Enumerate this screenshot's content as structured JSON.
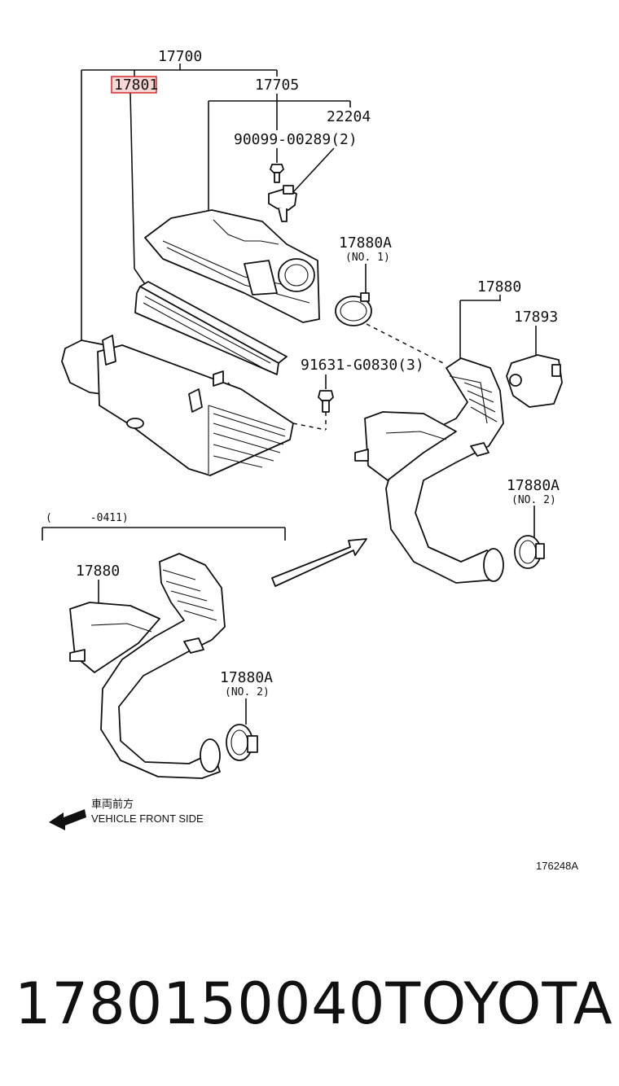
{
  "callouts": {
    "p17700": "17700",
    "p17801": "17801",
    "p17705": "17705",
    "p22204": "22204",
    "p90099": "90099-00289(2)",
    "p17880A_top": "17880A",
    "p17880A_top_note": "(NO. 1)",
    "p17880_right": "17880",
    "p17893": "17893",
    "p91631": "91631-G0830(3)",
    "p17880A_right": "17880A",
    "p17880A_right_note": "(NO. 2)",
    "date_range": "(      -0411)",
    "p17880_left": "17880",
    "p17880A_bottom": "17880A",
    "p17880A_bottom_note": "(NO. 2)"
  },
  "direction": {
    "japanese": "車両前方",
    "english": "VEHICLE FRONT SIDE"
  },
  "figure_code": "176248A",
  "footer": {
    "part_number": "1780150040",
    "brand": "TOYOTA"
  },
  "colors": {
    "highlight": "#d42a2a",
    "highlight_fill": "#f7d6d6",
    "ink": "#111111"
  }
}
